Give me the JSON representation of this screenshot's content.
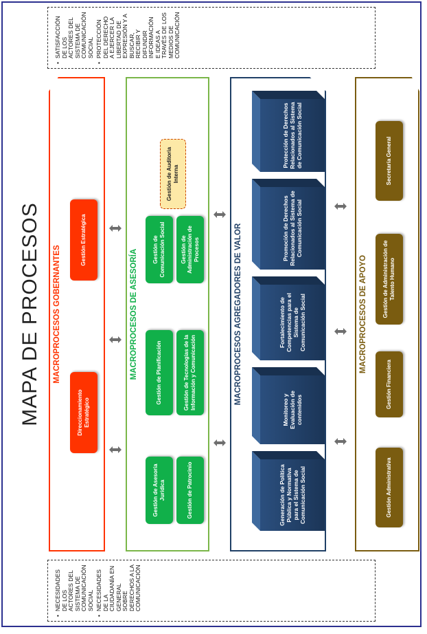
{
  "title": "MAPA DE PROCESOS",
  "inputs": [
    "NECESIDADES DE LOS ACTORES DEL SISTEMA DE COMUNICACIÓN SOCIAL",
    "NECESIDADES DE LA CIUDADANÍA EN GENERAL SOBRE DERECHOS A LA COMUNICACIÓN"
  ],
  "outputs": [
    "SATISFACCIÓN DE LOS ACTORES DEL SISTEMA DE COMUNICACIÓN SOCIAL",
    "PROTECCIÓN DEL DERECHO A EJERCER LA LIBERTAD DE EXPRESIÓN Y A BUSCAR, RECIBIR Y DIFUNDIR INFORMACIÓN E IDEAS A TRAVÉS DE LOS MEDIOS DE COMUNICACIÓN"
  ],
  "governing": {
    "title": "MACROPROCESOS GOBERNANTES",
    "items": [
      "Direccionamiento Estratégico",
      "Gestión Estratégica"
    ]
  },
  "advisory": {
    "title": "MACROPROCESOS DE ASESORÍA",
    "items": [
      "Gestión de Asesoría Jurídica",
      "Gestión de Patrocinio",
      "Gestión de Planificación",
      "Gestión de Tecnologías de la Información y Comunicación",
      "Gestión de Comunicación Social",
      "Gestión de Administración de Procesos",
      "Gestión de Auditoria Interna"
    ]
  },
  "value_adding": {
    "title": "MACROPROCESOS AGREGADORES DE VALOR",
    "items": [
      "Generación de Política Pública y Normativa para el Sistema de Comunicación Social",
      "Monitoreo y Evaluación de contenidos",
      "Fortalecimiento de Competencias para el Sistema de Comunicación Social",
      "Promoción de Derechos Relacionados al Sistema de Comunicación Social",
      "Protección de Derechos Relacionados al Sistema de Comunicación Social"
    ]
  },
  "support": {
    "title": "MACROPROCESOS DE APOYO",
    "items": [
      "Gestión Administrativa",
      "Gestión Financiera",
      "Gestión de Administración de Talento Humano",
      "Secretaría General"
    ]
  },
  "colors": {
    "frame": "#2b2f8f",
    "governing": "#ff3300",
    "advisory": "#11b04a",
    "advisory_border": "#7ab648",
    "value": "#1f3f66",
    "value_border": "#1f3f66",
    "support": "#7a5c10",
    "audit_fill": "#fde9a7",
    "arrow": "#6e6e6e"
  }
}
